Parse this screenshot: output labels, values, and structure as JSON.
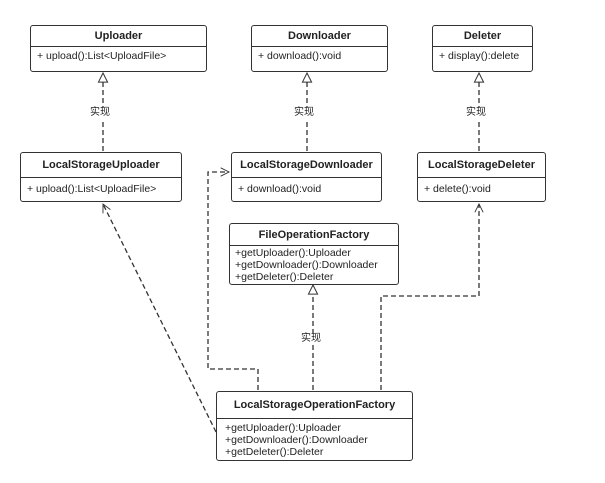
{
  "classes": {
    "uploader": {
      "name": "Uploader",
      "methods": [
        "+ upload():List<UploadFile>"
      ]
    },
    "downloader": {
      "name": "Downloader",
      "methods": [
        "+ download():void"
      ]
    },
    "deleter": {
      "name": "Deleter",
      "methods": [
        "+ display():delete"
      ]
    },
    "local_uploader": {
      "name": "LocalStorageUploader",
      "methods": [
        "+ upload():List<UploadFile>"
      ]
    },
    "local_downloader": {
      "name": "LocalStorageDownloader",
      "methods": [
        "+ download():void"
      ]
    },
    "local_deleter": {
      "name": "LocalStorageDeleter",
      "methods": [
        "+ delete():void"
      ]
    },
    "factory": {
      "name": "FileOperationFactory",
      "methods": [
        "+getUploader():Uploader",
        "+getDownloader():Downloader",
        "+getDeleter():Deleter"
      ]
    },
    "local_factory": {
      "name": "LocalStorageOperationFactory",
      "methods": [
        "+getUploader():Uploader",
        "+getDownloader():Downloader",
        "+getDeleter():Deleter"
      ]
    }
  },
  "labels": {
    "realize_uploader": "实现",
    "realize_downloader": "实现",
    "realize_deleter": "实现",
    "realize_factory": "实现"
  },
  "colors": {
    "line": "#333333",
    "box_border": "#333333",
    "text": "#222222"
  }
}
